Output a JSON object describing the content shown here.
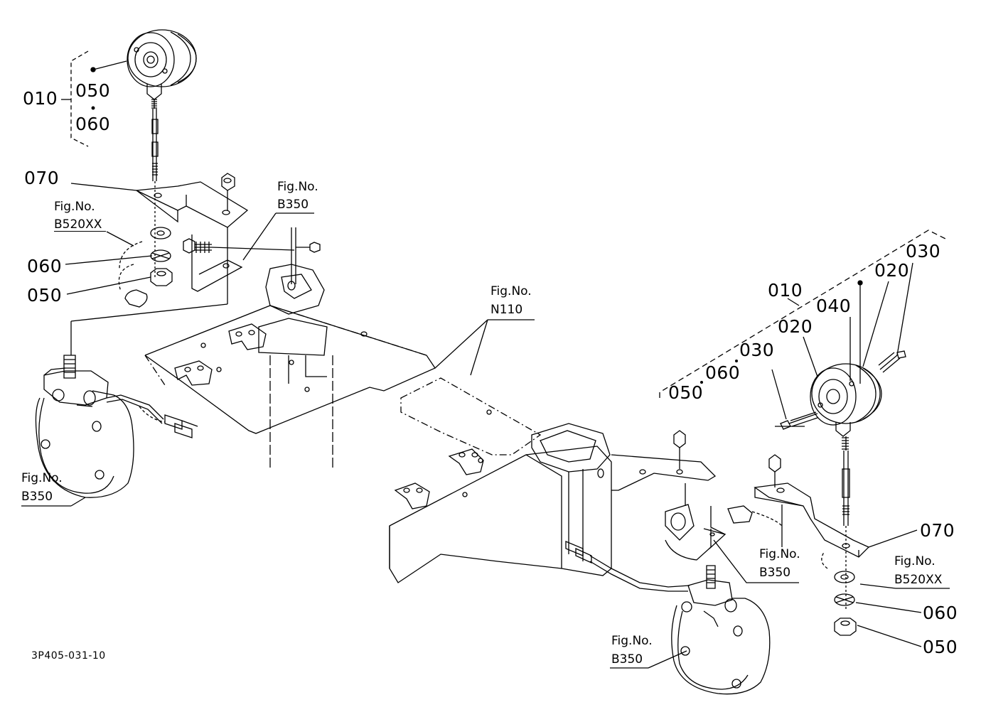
{
  "drawing_code": "3P405-031-10",
  "left_lamp": {
    "assembly_no": "010",
    "bracket_no": "070",
    "nut_no": "050",
    "washer_no": "060",
    "sub_050": "050",
    "sub_060": "060",
    "fig_b520_a": "Fig.No.",
    "fig_b520_b": "B520XX",
    "fig_b350_top_a": "Fig.No.",
    "fig_b350_top_b": "B350",
    "fig_b350_low_a": "Fig.No.",
    "fig_b350_low_b": "B350"
  },
  "frame": {
    "fig_n110_a": "Fig.No.",
    "fig_n110_b": "N110"
  },
  "right_lamp": {
    "assembly_no": "010",
    "screw_no_top": "030",
    "screw_no_left": "030",
    "housing_no_top": "020",
    "housing_no_left": "020",
    "lens_no": "040",
    "sub_050": "050",
    "sub_060": "060",
    "sub_030": "030",
    "bracket_no": "070",
    "washer_no": "060",
    "nut_no": "050",
    "fig_b520_a": "Fig.No.",
    "fig_b520_b": "B520XX",
    "fig_b350_mid_a": "Fig.No.",
    "fig_b350_mid_b": "B350",
    "fig_b350_low_a": "Fig.No.",
    "fig_b350_low_b": "B350"
  }
}
